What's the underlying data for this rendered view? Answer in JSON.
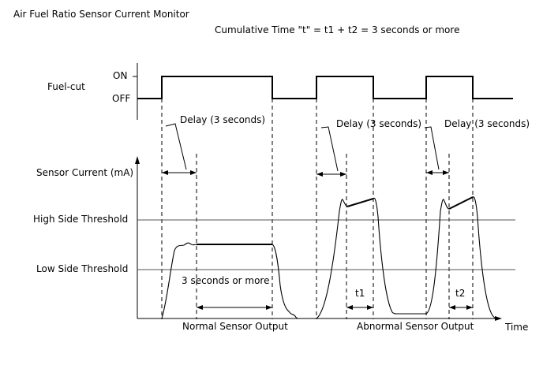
{
  "title": "Air Fuel Ratio Sensor Current Monitor",
  "subtitle": "Cumulative Time \"t\" = t1 + t2 = 3 seconds or more",
  "fuel_cut": {
    "label": "Fuel-cut",
    "on_label": "ON",
    "off_label": "OFF"
  },
  "sensor": {
    "axis_label": "Sensor Current (mA)",
    "high_threshold_label": "High Side Threshold",
    "low_threshold_label": "Low Side Threshold"
  },
  "annotations": {
    "delay_1": "Delay (3 seconds)",
    "delay_2": "Delay (3 seconds)",
    "delay_3": "Delay (3 seconds)",
    "three_seconds": "3 seconds or more",
    "t1": "t1",
    "t2": "t2"
  },
  "footer": {
    "normal_output": "Normal Sensor Output",
    "abnormal_output": "Abnormal Sensor Output",
    "time_label": "Time"
  }
}
